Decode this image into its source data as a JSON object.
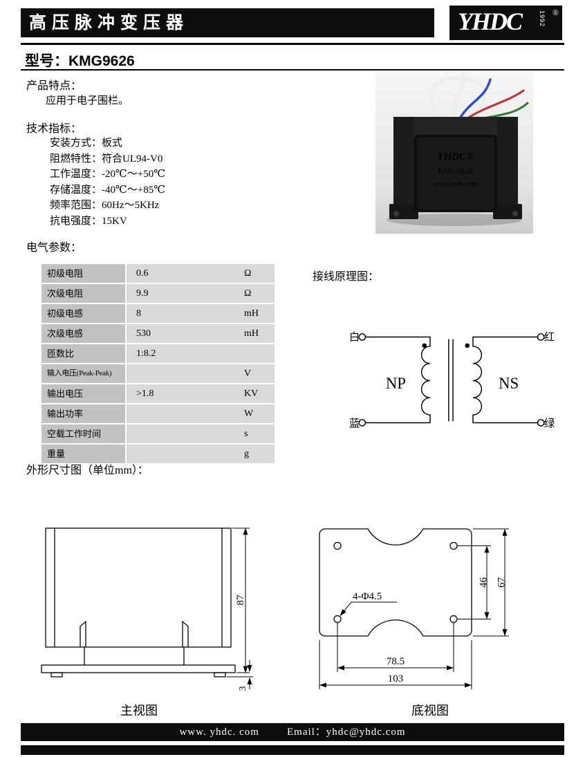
{
  "header": {
    "title": "高压脉冲变压器",
    "logo": {
      "name": "YHDC",
      "year": "1992",
      "reg": "®"
    }
  },
  "model": {
    "label": "型号：",
    "value": "KMG9626"
  },
  "features": {
    "heading": "产品特点：",
    "items": [
      "应用于电子围栏。"
    ]
  },
  "specs": {
    "heading": "技术指标：",
    "items": [
      "安装方式：板式",
      "阻燃特性：符合UL94-V0",
      "工作温度：-20℃～+50℃",
      "存储温度：-40℃～+85℃",
      "频率范围：60Hz～5KHz",
      "抗电强度：15KV"
    ]
  },
  "photo": {
    "brand": "YHDC®",
    "model": "KMG9626",
    "site": "www.yhdc.com"
  },
  "electrical": {
    "heading": "电气参数：",
    "rows": [
      {
        "label": "初级电阻",
        "value": "0.6",
        "unit": "Ω"
      },
      {
        "label": "次级电阻",
        "value": "9.9",
        "unit": "Ω"
      },
      {
        "label": "初级电感",
        "value": "8",
        "unit": "mH"
      },
      {
        "label": "次级电感",
        "value": "530",
        "unit": "mH"
      },
      {
        "label": "匝数比",
        "value": "1:8.2",
        "unit": ""
      },
      {
        "label": "输入电压(Peak-Peak)",
        "value": "",
        "unit": "V"
      },
      {
        "label": "输出电压",
        "value": ">1.8",
        "unit": "KV"
      },
      {
        "label": "输出功率",
        "value": "",
        "unit": "W"
      },
      {
        "label": "空载工作时间",
        "value": "",
        "unit": "s"
      },
      {
        "label": "重量",
        "value": "",
        "unit": "g"
      }
    ]
  },
  "wiring": {
    "heading": "接线原理图：",
    "terminals": {
      "left_top": "白",
      "left_bottom": "蓝",
      "right_top": "红",
      "right_bottom": "绿"
    },
    "primary": "NP",
    "secondary": "NS"
  },
  "dims": {
    "heading": "外形尺寸图（单位mm）：",
    "front": {
      "label": "主视图",
      "height": "87",
      "foot": "3"
    },
    "bottom": {
      "label": "底视图",
      "holes": "4-Φ4.5",
      "hole_span_v": "46",
      "height": "67",
      "hole_span_h": "78.5",
      "width": "103"
    }
  },
  "footer": {
    "site": "www. yhdc. com",
    "email": "Email：yhdc@yhdc.com"
  },
  "colors": {
    "wire_white": "#f0eeea",
    "wire_red": "#c62f2f",
    "wire_green": "#2e7d32",
    "wire_blue": "#2d4fc9"
  }
}
